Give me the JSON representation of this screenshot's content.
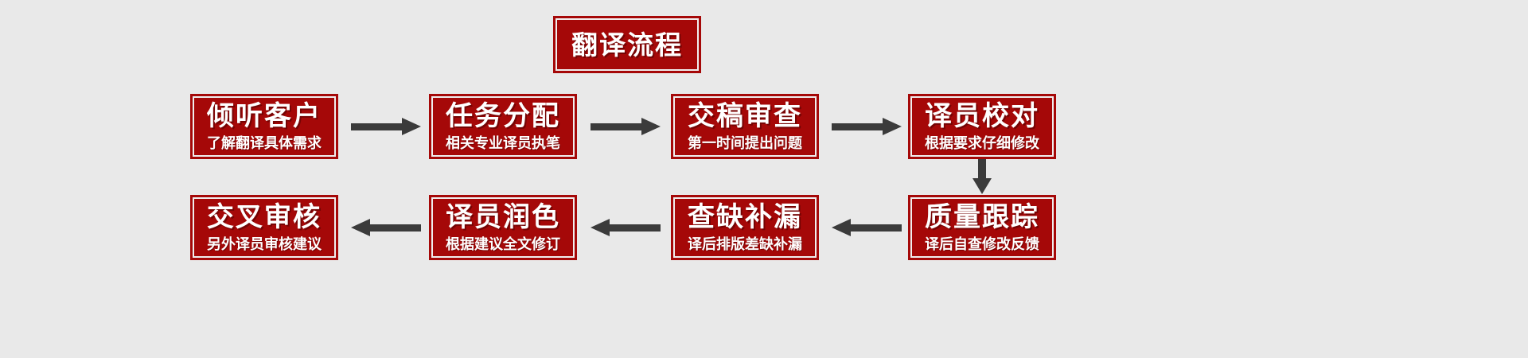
{
  "diagram": {
    "title": "翻译流程",
    "background_color": "#e9e9e9",
    "box_fill_color": "#a50808",
    "box_border_color": "#a50808",
    "box_inner_border_color": "#f0eeee",
    "text_color": "#ffffff",
    "arrow_color": "#3b3b3b",
    "steps": [
      {
        "id": 1,
        "title": "倾听客户",
        "subtitle": "了解翻译具体需求"
      },
      {
        "id": 2,
        "title": "任务分配",
        "subtitle": "相关专业译员执笔"
      },
      {
        "id": 3,
        "title": "交稿审查",
        "subtitle": "第一时间提出问题"
      },
      {
        "id": 4,
        "title": "译员校对",
        "subtitle": "根据要求仔细修改"
      },
      {
        "id": 5,
        "title": "质量跟踪",
        "subtitle": "译后自查修改反馈"
      },
      {
        "id": 6,
        "title": "查缺补漏",
        "subtitle": "译后排版差缺补漏"
      },
      {
        "id": 7,
        "title": "译员润色",
        "subtitle": "根据建议全文修订"
      },
      {
        "id": 8,
        "title": "交叉审核",
        "subtitle": "另外译员审核建议"
      }
    ],
    "connectors": [
      {
        "id": "arrow-1-2",
        "from": 1,
        "to": 2,
        "direction": "right"
      },
      {
        "id": "arrow-2-3",
        "from": 2,
        "to": 3,
        "direction": "right"
      },
      {
        "id": "arrow-3-4",
        "from": 3,
        "to": 4,
        "direction": "right"
      },
      {
        "id": "arrow-4-5",
        "from": 4,
        "to": 5,
        "direction": "down"
      },
      {
        "id": "arrow-5-6",
        "from": 5,
        "to": 6,
        "direction": "left"
      },
      {
        "id": "arrow-6-7",
        "from": 6,
        "to": 7,
        "direction": "left"
      },
      {
        "id": "arrow-7-8",
        "from": 7,
        "to": 8,
        "direction": "left"
      }
    ]
  }
}
